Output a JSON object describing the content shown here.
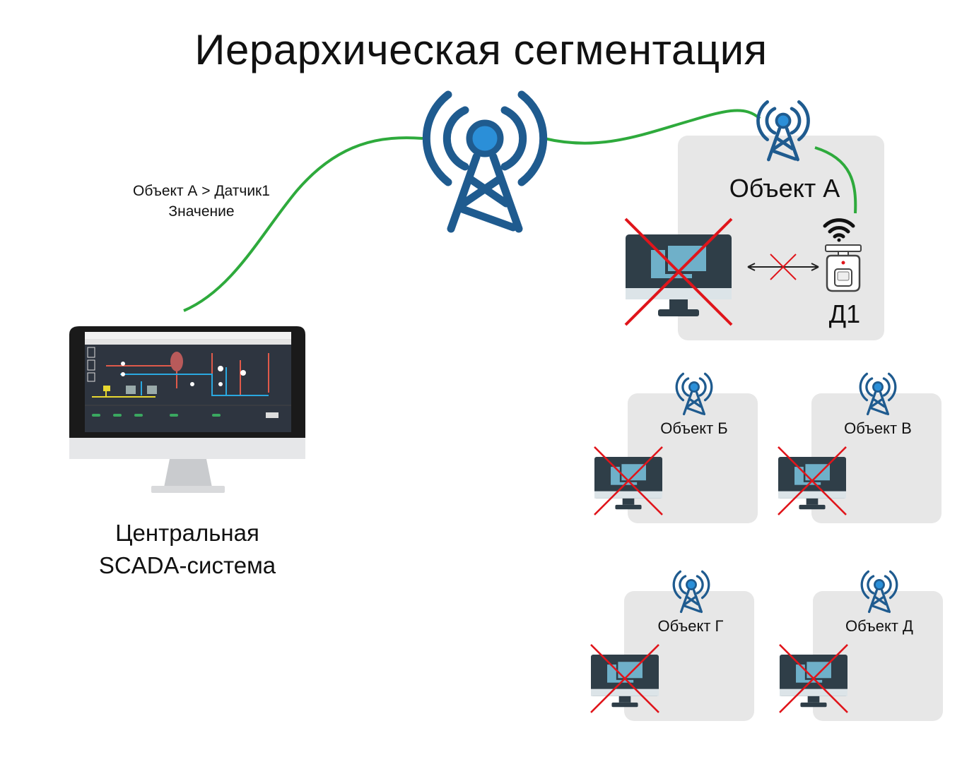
{
  "diagram": {
    "title": "Иерархическая сегментация",
    "message": {
      "line1": "Объект А > Датчик1",
      "line2": "Значение"
    },
    "scada": {
      "line1": "Центральная",
      "line2": "SCADA-система"
    },
    "sites": {
      "a": "Объект А",
      "b": "Объект Б",
      "v": "Объект В",
      "g": "Объект Г",
      "d": "Объект Д"
    },
    "sensor_label": "Д1",
    "colors": {
      "link": "#2eaa3c",
      "tower": "#1f5b8f",
      "tower_dot": "#2b8fd8",
      "cross": "#e0151b",
      "box": "#e7e7e7",
      "monitor": "#2f3e48",
      "screen": "#6fb0c9"
    }
  }
}
